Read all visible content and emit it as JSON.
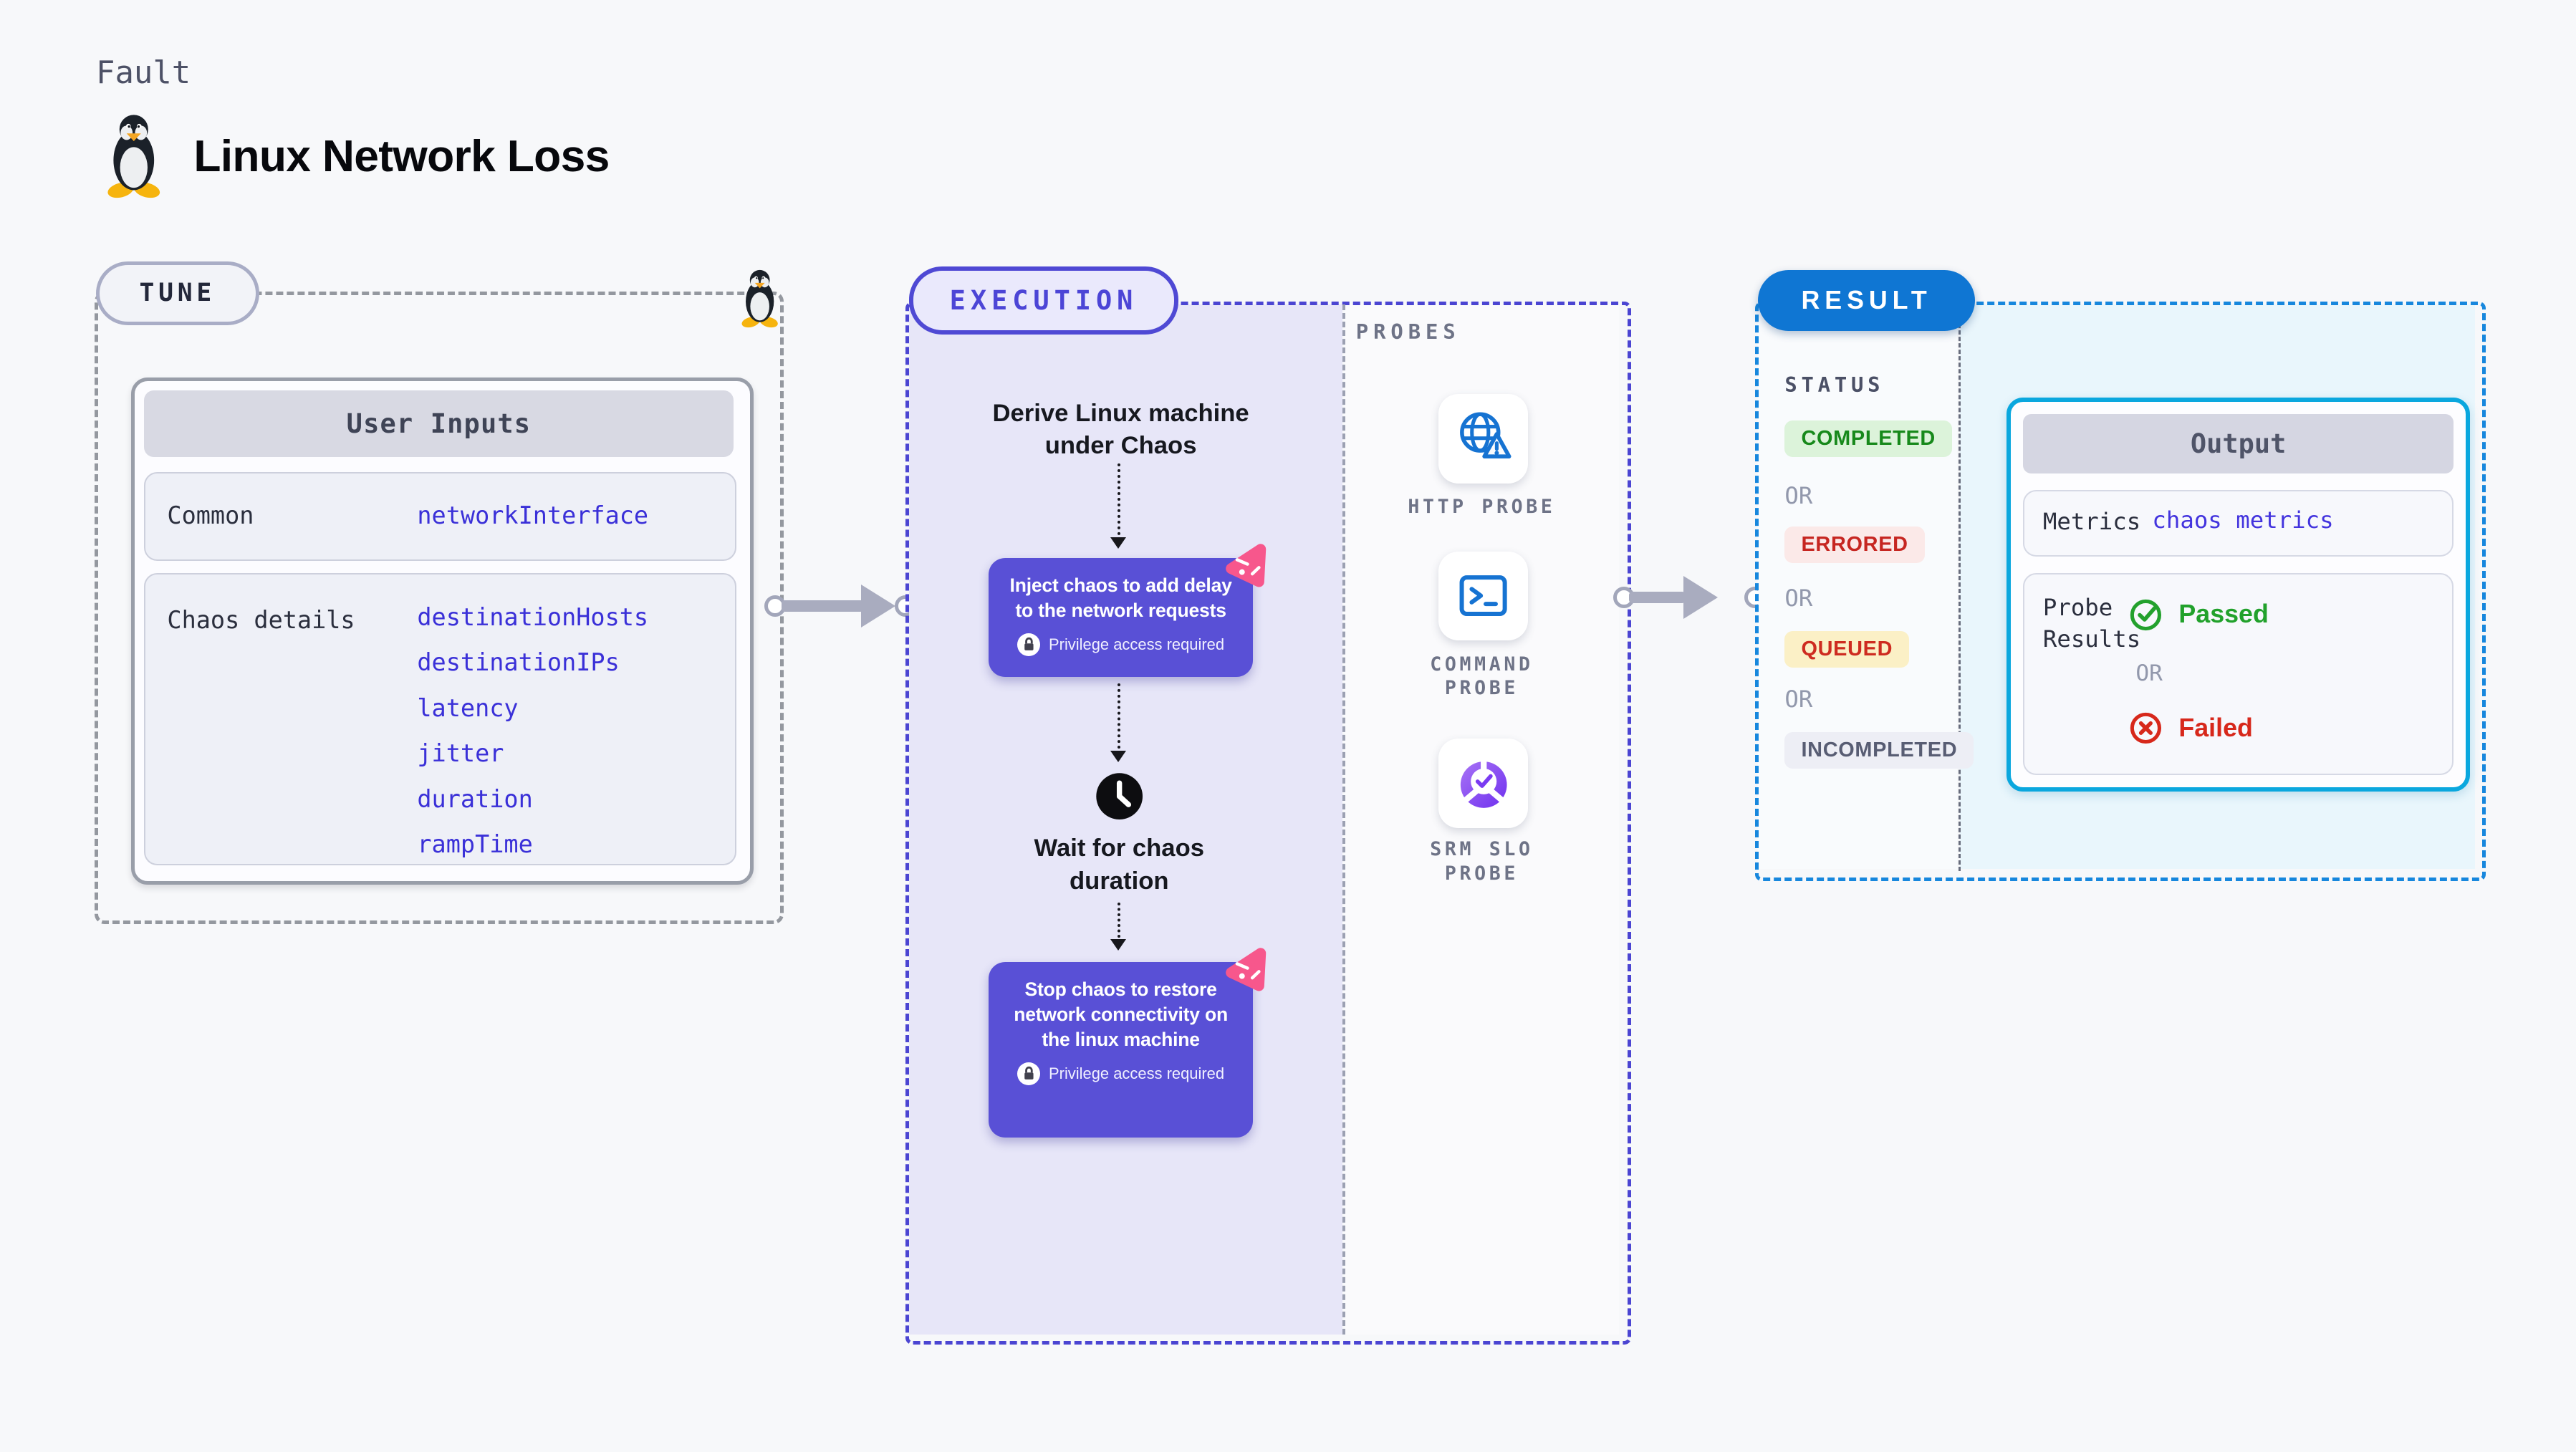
{
  "page": {
    "kicker": "Fault",
    "title": "Linux Network Loss"
  },
  "tune": {
    "badge": "TUNE",
    "card_title": "User Inputs",
    "rows": [
      {
        "label": "Common",
        "values": [
          "networkInterface"
        ]
      },
      {
        "label": "Chaos details",
        "values": [
          "destinationHosts",
          "destinationIPs",
          "latency",
          "jitter",
          "duration",
          "rampTime"
        ]
      }
    ]
  },
  "execution": {
    "badge": "EXECUTION",
    "derive_step": "Derive Linux machine under Chaos",
    "inject_step": "Inject chaos to add delay to the network requests",
    "wait_step": "Wait for chaos duration",
    "stop_step": "Stop chaos to restore network connectivity on the linux machine",
    "privilege_note": "Privilege access required"
  },
  "probes": {
    "label": "PROBES",
    "items": [
      {
        "icon": "globe-warning-icon",
        "lines": [
          "HTTP PROBE"
        ]
      },
      {
        "icon": "terminal-icon",
        "lines": [
          "COMMAND",
          "PROBE"
        ]
      },
      {
        "icon": "slo-donut-icon",
        "lines": [
          "SRM SLO",
          "PROBE"
        ]
      }
    ]
  },
  "result": {
    "badge": "RESULT",
    "status_label": "STATUS",
    "or_label": "OR",
    "statuses": [
      {
        "label": "COMPLETED",
        "bg": "#dcf3da",
        "color": "#17891b"
      },
      {
        "label": "ERRORED",
        "bg": "#fbe9e8",
        "color": "#c62621"
      },
      {
        "label": "QUEUED",
        "bg": "#fbf0c6",
        "color": "#ce2b20"
      },
      {
        "label": "INCOMPLETED",
        "bg": "#edeef5",
        "color": "#585d73"
      }
    ],
    "output": {
      "title": "Output",
      "metrics_label": "Metrics",
      "metrics_value": "chaos metrics",
      "probe_results_label": "Probe Results",
      "passed_label": "Passed",
      "failed_label": "Failed"
    }
  },
  "colors": {
    "accent_indigo": "#534bd6",
    "accent_blue": "#0f76d3",
    "accent_cyan": "#0aa7de",
    "lavender_bg": "#e7e6f8",
    "code_value": "#4034dd",
    "passed_green": "#21a12b",
    "failed_red": "#d7281b",
    "chaos_pink": "#f7578c"
  }
}
